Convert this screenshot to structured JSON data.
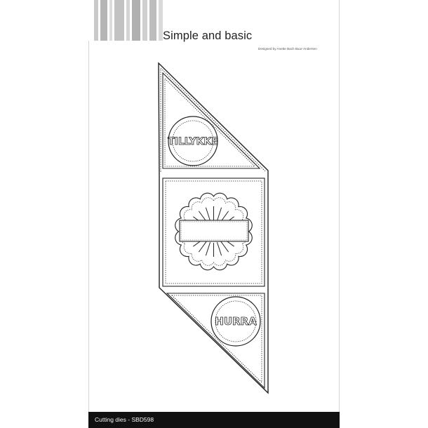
{
  "brand": {
    "title": "Simple and basic",
    "credit": "Designed by Anette Bach Buur-Andersen"
  },
  "die": {
    "top_label": "TILLYKKE",
    "bottom_label": "HURRA"
  },
  "footer": {
    "text": "Cutting dies - SBD598"
  },
  "colors": {
    "footer_bg": "#111111",
    "footer_text": "#f2f2f2",
    "line": "#222222",
    "stripe_dark": "#b3b3b3",
    "stripe_light": "#dedede"
  }
}
